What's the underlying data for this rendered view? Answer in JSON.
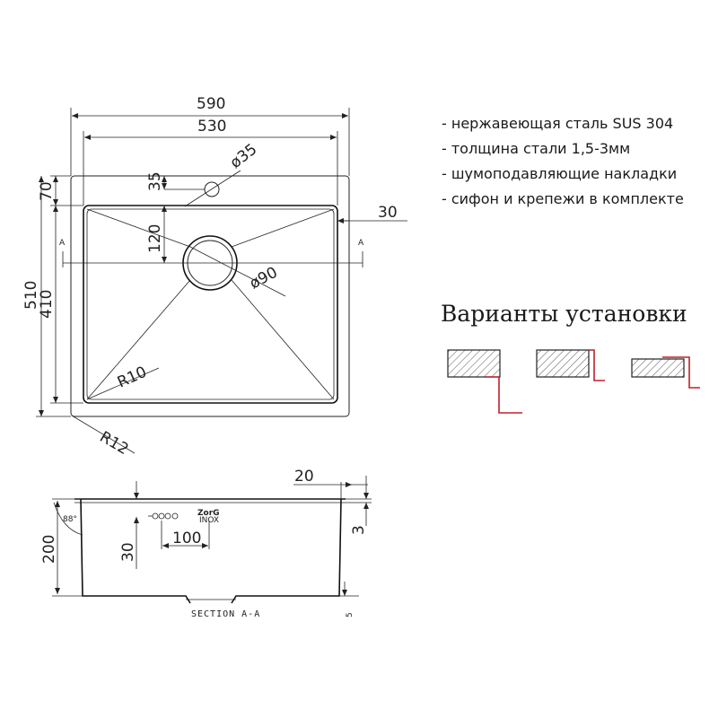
{
  "dimensions": {
    "outer_width": "590",
    "inner_width": "530",
    "hole_diameter": "ø35",
    "hole_offset_top": "35",
    "drain_offset": "120",
    "rim_height": "70",
    "side_gap": "30",
    "outer_depth": "510",
    "inner_depth": "410",
    "drain_diameter": "ø90",
    "inner_radius": "R10",
    "outer_radius": "R12",
    "section_marker_left": "A",
    "section_marker_right": "A"
  },
  "section": {
    "label": "SECTION A-A",
    "rim_step": "20",
    "angle": "88°",
    "height": "200",
    "drain_height": "30",
    "drain_spacing": "100",
    "lip": "3",
    "bottom_step": "5",
    "logo_text_top": "ZorG",
    "logo_text_bottom": "INOX"
  },
  "features": [
    "- нержавеющая сталь SUS 304",
    "- толщина стали 1,5-3мм",
    "- шумоподавляющие накладки",
    "- сифон и крепежи в комплекте"
  ],
  "install": {
    "title": "Варианты установки"
  },
  "colors": {
    "line": "#222222",
    "accent": "#c0202a",
    "hatch": "#555555"
  }
}
